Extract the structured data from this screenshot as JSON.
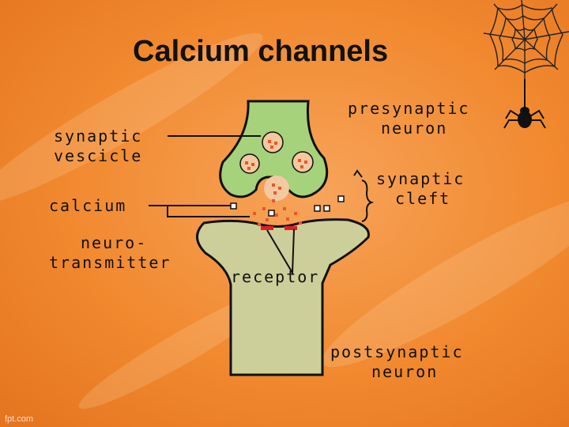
{
  "title": "Calcium channels",
  "labels": {
    "presynaptic_1": "presynaptic",
    "presynaptic_2": "neuron",
    "synaptic_vesicle_1": "synaptic",
    "synaptic_vesicle_2": "vescicle",
    "synaptic_cleft_1": "synaptic",
    "synaptic_cleft_2": "cleft",
    "calcium": "calcium",
    "neurotransmitter_1": "neuro-",
    "neurotransmitter_2": "transmitter",
    "receptor": "receptor",
    "postsynaptic_1": "postsynaptic",
    "postsynaptic_2": "neuron"
  },
  "watermark": "fpt.com",
  "colors": {
    "background": "#f1892f",
    "presynaptic_fill": "#a5d27a",
    "postsynaptic_fill": "#cdcf9a",
    "vesicle_fill": "#f5c9a0",
    "transmitter_dot": "#f0552a",
    "receptor": "#e02020"
  }
}
